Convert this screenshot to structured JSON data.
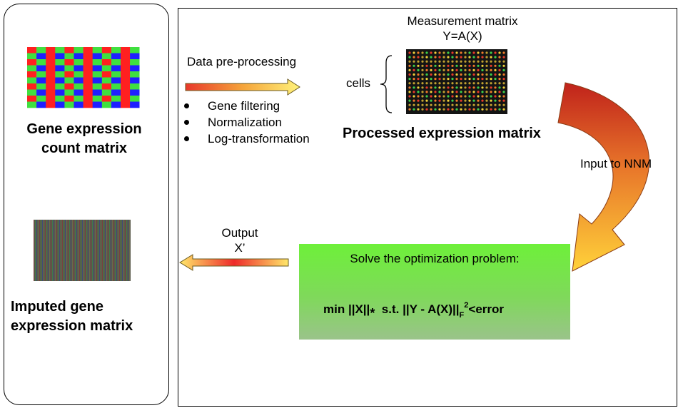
{
  "left_panel": {
    "count_matrix_label_line1": "Gene expression",
    "count_matrix_label_line2": "count matrix",
    "imputed_label_line1": "Imputed  gene",
    "imputed_label_line2": "expression matrix"
  },
  "preprocessing": {
    "title": "Data pre-processing",
    "steps": [
      "Gene filtering",
      "Normalization",
      "Log-transformation"
    ]
  },
  "measurement": {
    "title_line1": "Measurement matrix",
    "title_line2": "Y=A(X)",
    "rows_label": "cells",
    "caption": "Processed expression matrix"
  },
  "nnm_arrow_label": "Input to NNM",
  "output": {
    "label_line1": "Output",
    "label_line2": "X’"
  },
  "optimization": {
    "title": "Solve the optimization problem:",
    "formula_min": "min ||X||",
    "formula_star": "*",
    "formula_st": "s.t. ||Y - A(X)||",
    "formula_F": "F",
    "formula_pow": "2",
    "formula_tail": "<error"
  },
  "colors": {
    "grid_red": "#ff2020",
    "grid_green": "#3fe03f",
    "grid_blue": "#1f1fff",
    "arrow_red": "#c0221b",
    "arrow_yellow": "#ffd23a",
    "opt_box": "#6ef03a"
  }
}
